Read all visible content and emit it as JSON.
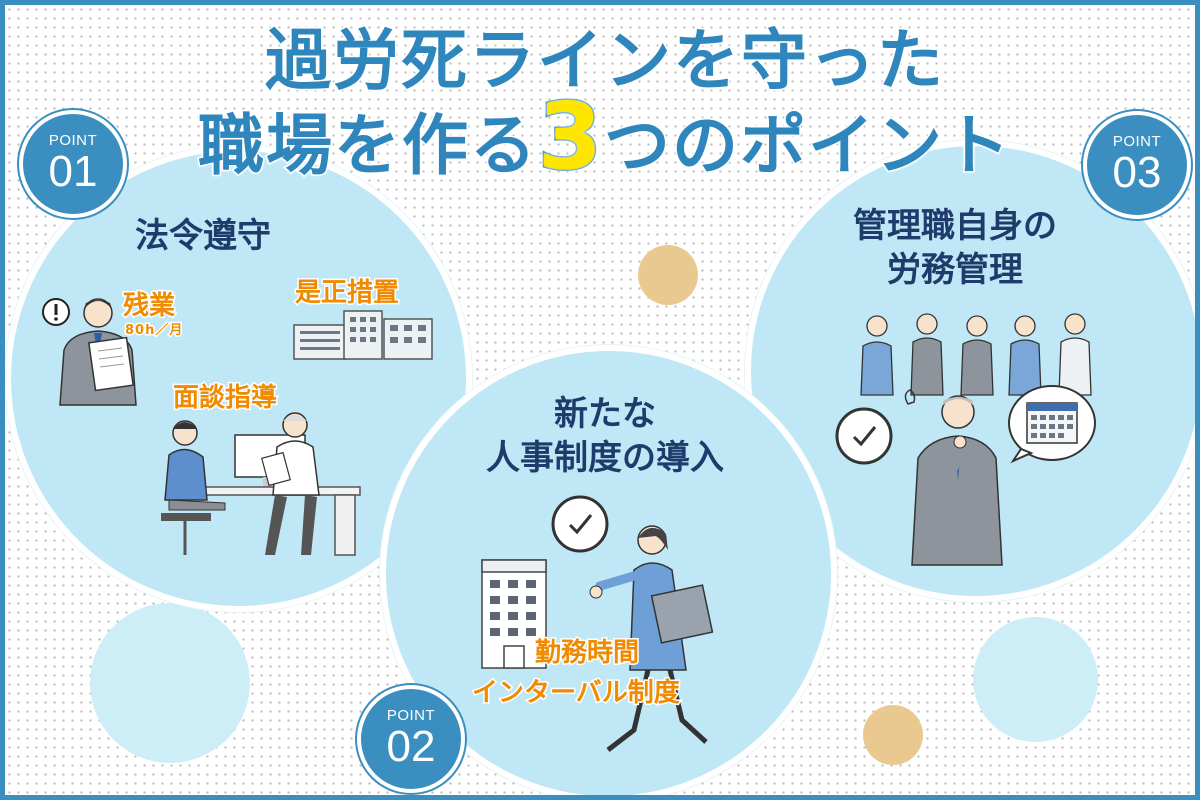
{
  "title": {
    "line1": "過労死ラインを守った",
    "line2_pre": "職場を作る",
    "line2_num": "3",
    "line2_post": "つのポイント"
  },
  "points": [
    {
      "badge_label": "POINT",
      "badge_num": "01",
      "heading": "法令遵守",
      "tags": [
        "残業",
        "80h／月",
        "是正措置",
        "面談指導"
      ]
    },
    {
      "badge_label": "POINT",
      "badge_num": "02",
      "heading_line1": "新たな",
      "heading_line2": "人事制度の導入",
      "tags": [
        "勤務時間",
        "インターバル制度"
      ]
    },
    {
      "badge_label": "POINT",
      "badge_num": "03",
      "heading_line1": "管理職自身の",
      "heading_line2": "労務管理"
    }
  ],
  "icons": [
    "exclamation-icon",
    "clock-icon",
    "calendar-icon",
    "building-icon",
    "document-icon"
  ],
  "colors": {
    "frame": "#3b8fc0",
    "circle_fill": "#bfe7f5",
    "title_blue": "#2f86bd",
    "accent_yellow": "#ffe600",
    "heading_navy": "#1f3b6b",
    "tag_orange": "#f08a00",
    "deco_tan": "#e9c98f",
    "deco_lightblue": "#cdeef7"
  }
}
